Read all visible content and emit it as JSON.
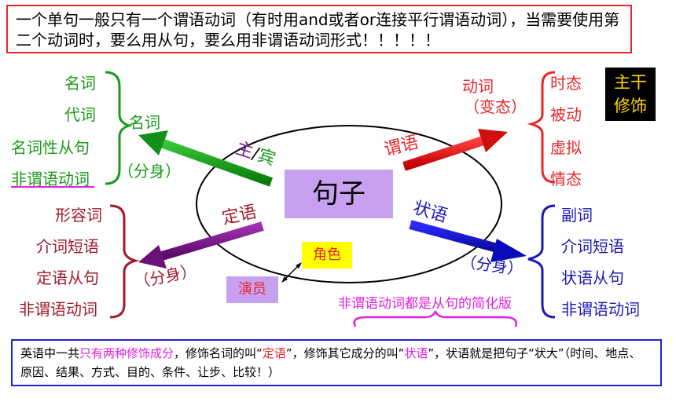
{
  "top_note": "一个单句一般只有一个谓语动词（有时用and或者or连接平行谓语动词），当需要使用第二个动词时，要么用从句，要么用非谓语动词形式！！！！！",
  "center": "句子",
  "badge": "主干\n修饰",
  "left_top": {
    "items": [
      "名词",
      "代词",
      "名词性从句",
      "非谓语动词"
    ],
    "label": "名词",
    "sub": "（分身）",
    "arrow_label_main": "主",
    "arrow_label_sep": "/",
    "arrow_label_alt": "宾"
  },
  "right_top": {
    "items": [
      "时态",
      "被动",
      "虚拟",
      "情态"
    ],
    "label": "动词",
    "sub": "（变态）",
    "arrow_label": "谓语"
  },
  "left_bottom": {
    "items": [
      "形容词",
      "介词短语",
      "定语从句",
      "非谓语动词"
    ],
    "sub": "（分身）",
    "arrow_label": "定语"
  },
  "right_bottom": {
    "items": [
      "副词",
      "介词短语",
      "状语从句",
      "非谓语动词"
    ],
    "sub": "（分身）",
    "arrow_label": "状语"
  },
  "role_box": "角色",
  "actor_box": "演员",
  "note_magenta": "非谓语动词都是从句的简化版",
  "bottom_note": {
    "p1": "英语中一共",
    "p2": "只有两种修饰成分",
    "p3": "，修饰名词的叫“",
    "p4": "定语",
    "p5": "”，修饰其它成分的叫“",
    "p6": "状语",
    "p7": "”，状语就是把句子“状大”（时间、地点、原因、结果、方式、目的、条件、让步、比较！）"
  },
  "colors": {
    "green": "#1a9a1a",
    "red": "#e8262b",
    "purple": "#7a1a8a",
    "blue": "#1a1ab4",
    "lavender": "#c8a0f0",
    "yellow": "#ffff00",
    "magenta": "#e01ee0"
  }
}
